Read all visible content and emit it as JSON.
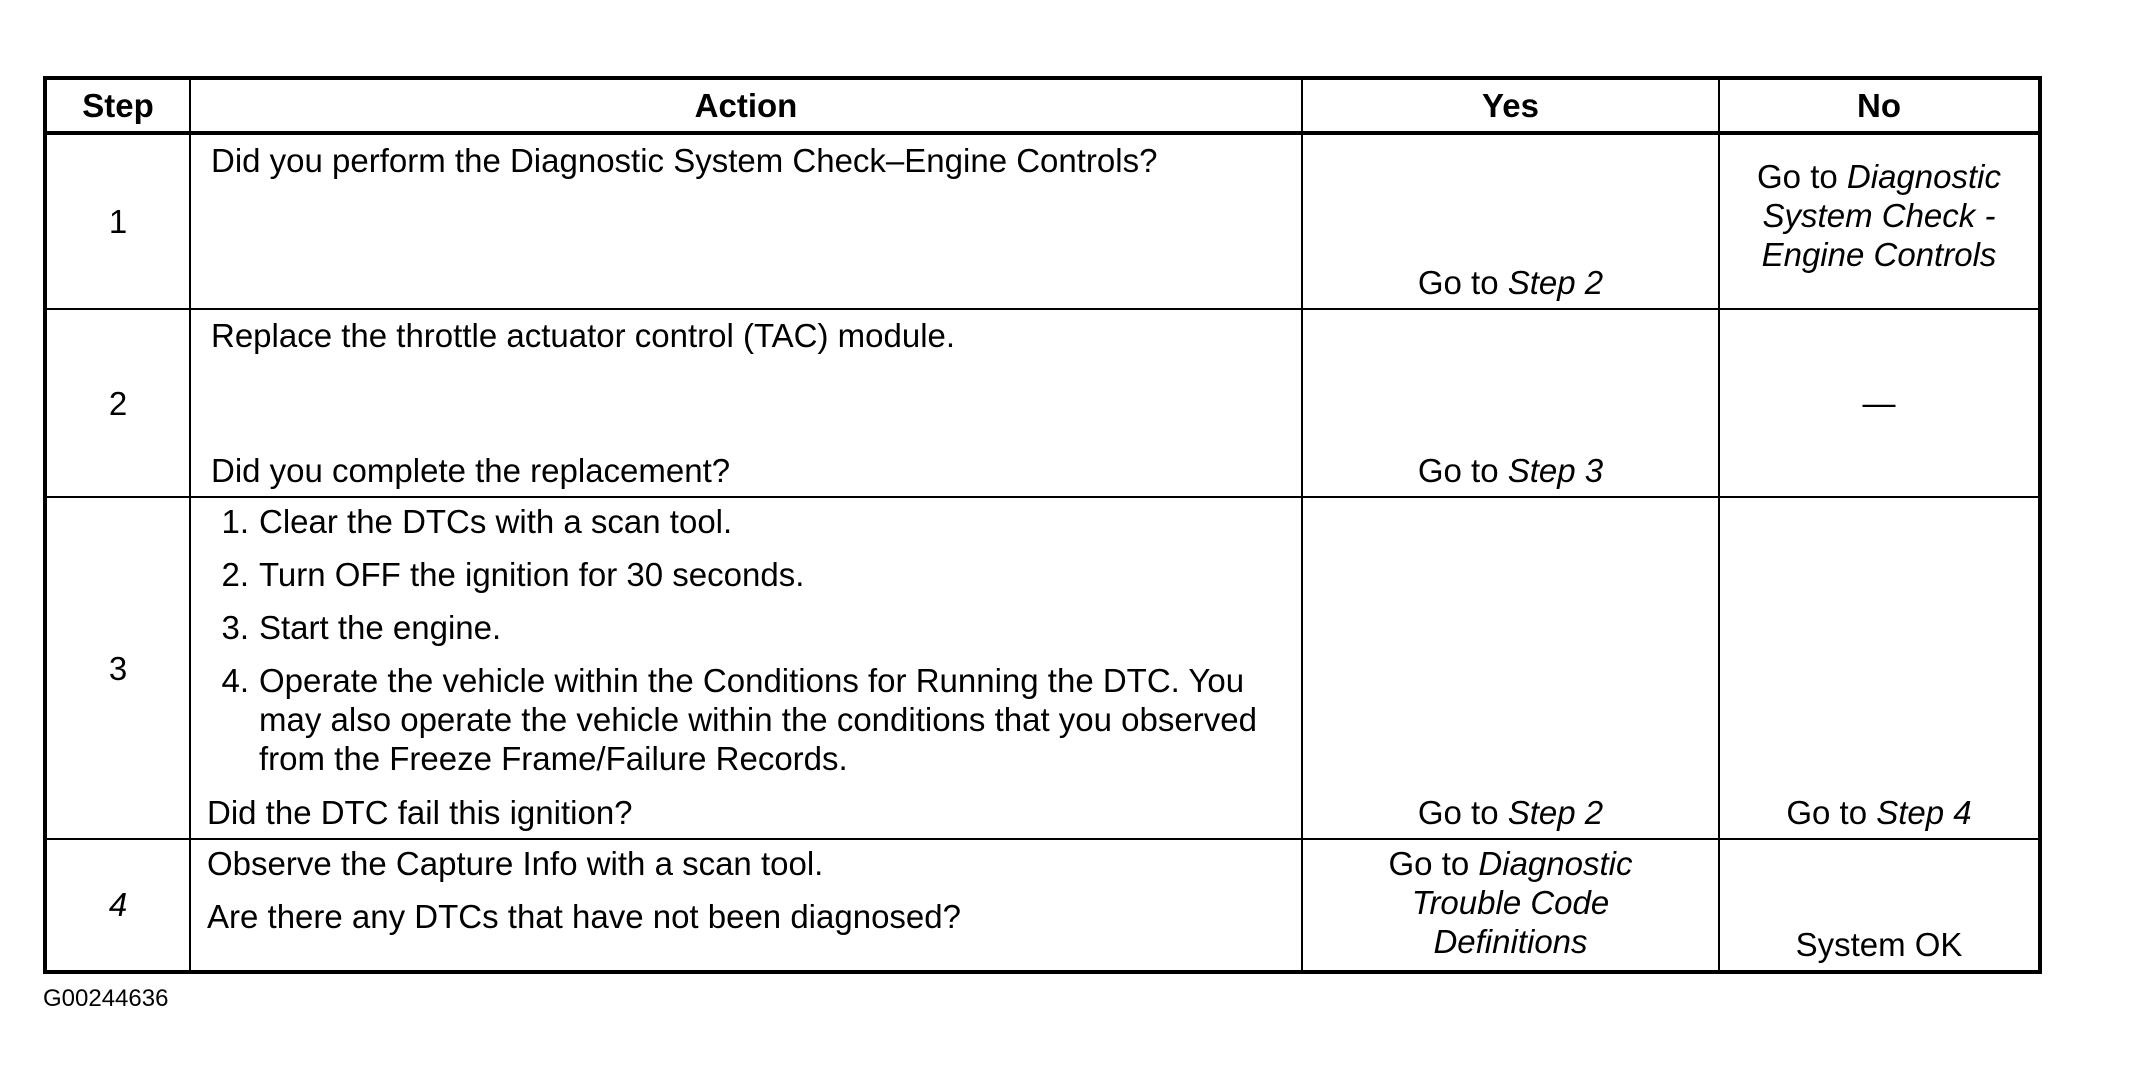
{
  "headers": {
    "step": "Step",
    "action": "Action",
    "yes": "Yes",
    "no": "No"
  },
  "rows": [
    {
      "step": "1",
      "action_line": "Did you perform the Diagnostic System Check–Engine Controls?",
      "yes_prefix": "Go to",
      "yes_link": "Step 2",
      "no_prefix": "Go to",
      "no_link": "Diagnostic System Check - Engine Controls"
    },
    {
      "step": "2",
      "action_line": "Replace the throttle actuator control (TAC) module.",
      "action_question": "Did you complete the replacement?",
      "yes_prefix": "Go to",
      "yes_link": "Step 3",
      "no_text": "—"
    },
    {
      "step": "3",
      "action_items": [
        {
          "num": "1.",
          "text": "Clear the DTCs with a scan tool."
        },
        {
          "num": "2.",
          "text": "Turn OFF the ignition for 30 seconds."
        },
        {
          "num": "3.",
          "text": "Start the engine."
        },
        {
          "num": "4.",
          "text": "Operate the vehicle within the Conditions for Running the DTC. You may also operate the vehicle within the conditions that you observed from the Freeze Frame/Failure Records."
        }
      ],
      "action_question": "Did the DTC fail this ignition?",
      "yes_prefix": "Go to",
      "yes_link": "Step 2",
      "no_prefix": "Go to",
      "no_link": "Step 4"
    },
    {
      "step": "4",
      "action_line": "Observe the Capture Info with a scan tool.",
      "action_question": "Are there any DTCs that have not been diagnosed?",
      "yes_prefix": "Go to",
      "yes_link": "Diagnostic Trouble Code Definitions",
      "no_text": "System OK"
    }
  ],
  "figure_id": "G00244636"
}
